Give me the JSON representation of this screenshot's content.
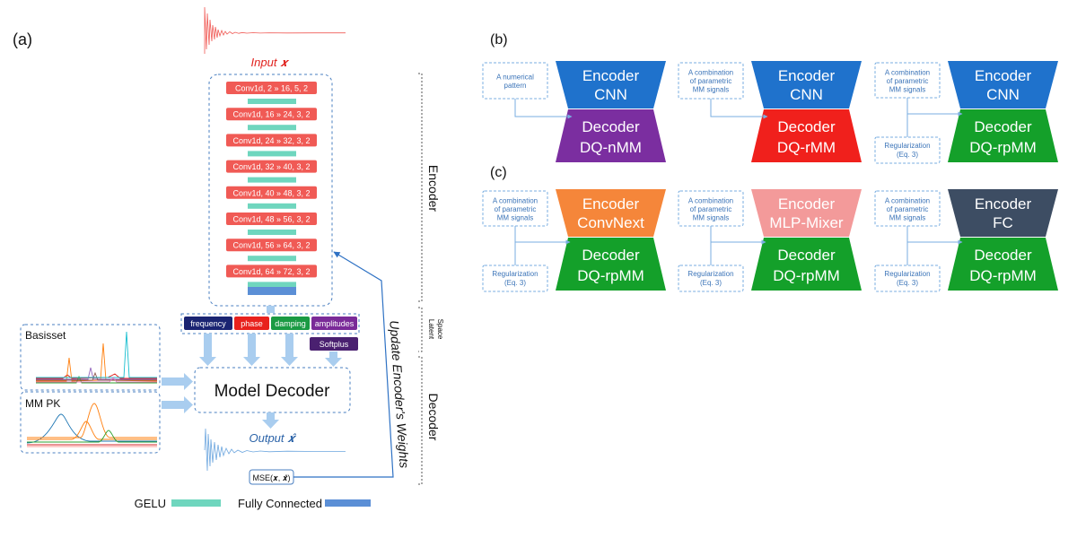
{
  "panel_a": {
    "label": "(a)",
    "input_label": "Input 𝒙",
    "conv_layers": [
      "Conv1d, 2 » 16, 5, 2",
      "Conv1d, 16 » 24, 3, 2",
      "Conv1d, 24 » 32, 3, 2",
      "Conv1d, 32 » 40, 3, 2",
      "Conv1d, 40 » 48, 3, 2",
      "Conv1d, 48 » 56, 3, 2",
      "Conv1d, 56 » 64, 3, 2",
      "Conv1d, 64 » 72, 3, 2"
    ],
    "latent": [
      {
        "label": "frequency",
        "color": "#1a2472"
      },
      {
        "label": "phase",
        "color": "#e8211d"
      },
      {
        "label": "damping",
        "color": "#1a9a43"
      },
      {
        "label": "amplitudes",
        "color": "#7a2a98"
      }
    ],
    "softplus_label": "Softplus",
    "model_decoder_label": "Model Decoder",
    "output_label": "Output 𝒙̂",
    "mse_label": "MSE(𝒙, 𝒙̂)",
    "basisset_label": "Basisset",
    "mmpk_label": "MM PK",
    "update_label": "Update Encoder's Weights",
    "side_encoder": "Encoder",
    "side_latent_1": "Latent",
    "side_latent_2": "Space",
    "side_decoder": "Decoder",
    "legend_gelu": "GELU",
    "legend_fc": "Fully Connected",
    "colors": {
      "conv": "#f05a55",
      "gelu": "#6fd6be",
      "fc": "#5b8fd6",
      "arrow": "#a9cdef",
      "dash": "#4a7fc0",
      "softplus": "#4a2070"
    }
  },
  "panel_b": {
    "label": "(b)",
    "items": [
      {
        "input": [
          "A numerical",
          "pattern"
        ],
        "reg": null,
        "encoder": [
          "Encoder",
          "CNN"
        ],
        "enc_color": "#1f72cc",
        "decoder": [
          "Decoder",
          "DQ-nMM"
        ],
        "dec_color": "#7b2ea0"
      },
      {
        "input": [
          "A combination",
          "of parametric",
          "MM signals"
        ],
        "reg": null,
        "encoder": [
          "Encoder",
          "CNN"
        ],
        "enc_color": "#1f72cc",
        "decoder": [
          "Decoder",
          "DQ-rMM"
        ],
        "dec_color": "#f0201c"
      },
      {
        "input": [
          "A combination",
          "of parametric",
          "MM signals"
        ],
        "reg": [
          "Regularization",
          "(Eq. 3)"
        ],
        "encoder": [
          "Encoder",
          "CNN"
        ],
        "enc_color": "#1f72cc",
        "decoder": [
          "Decoder",
          "DQ-rpMM"
        ],
        "dec_color": "#14a02a"
      }
    ]
  },
  "panel_c": {
    "label": "(c)",
    "items": [
      {
        "input": [
          "A combination",
          "of parametric",
          "MM signals"
        ],
        "reg": [
          "Regularization",
          "(Eq. 3)"
        ],
        "encoder": [
          "Encoder",
          "ConvNext"
        ],
        "enc_color": "#f5863a",
        "decoder": [
          "Decoder",
          "DQ-rpMM"
        ],
        "dec_color": "#14a02a"
      },
      {
        "input": [
          "A combination",
          "of parametric",
          "MM signals"
        ],
        "reg": [
          "Regularization",
          "(Eq. 3)"
        ],
        "encoder": [
          "Encoder",
          "MLP-Mixer"
        ],
        "enc_color": "#f39a9a",
        "decoder": [
          "Decoder",
          "DQ-rpMM"
        ],
        "dec_color": "#14a02a"
      },
      {
        "input": [
          "A combination",
          "of parametric",
          "MM signals"
        ],
        "reg": [
          "Regularization",
          "(Eq. 3)"
        ],
        "encoder": [
          "Encoder",
          "FC"
        ],
        "enc_color": "#3d4d63",
        "decoder": [
          "Decoder",
          "DQ-rpMM"
        ],
        "dec_color": "#14a02a"
      }
    ]
  }
}
